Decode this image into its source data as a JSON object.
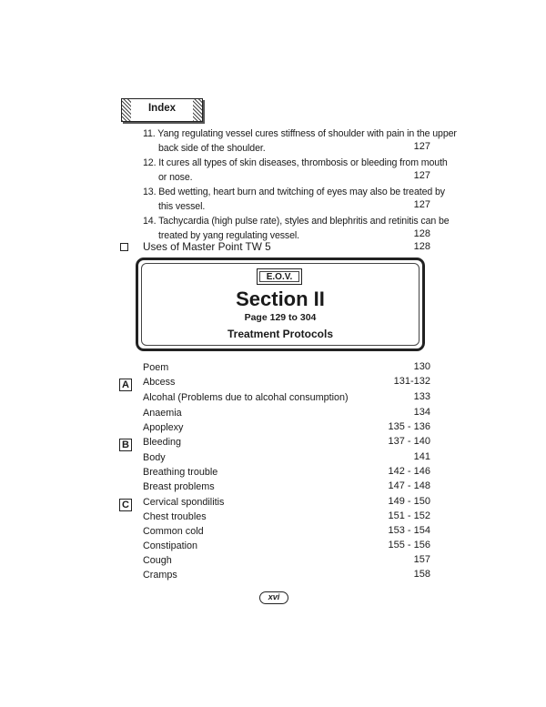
{
  "header": {
    "tab_label": "Index"
  },
  "numbered_entries": [
    {
      "lines": [
        "11. Yang regulating vessel cures stiffness of shoulder with pain in the upper",
        "back side of the shoulder."
      ],
      "page": "127"
    },
    {
      "lines": [
        "12. It cures all types of skin diseases, thrombosis or bleeding from mouth",
        "or nose."
      ],
      "page": "127"
    },
    {
      "lines": [
        "13. Bed wetting, heart burn and twitching of eyes may also be treated by",
        "this vessel."
      ],
      "page": "127"
    },
    {
      "lines": [
        "14. Tachycardia (high pulse rate), styles and blephritis and retinitis can be",
        "treated by yang regulating vessel."
      ],
      "page": "128"
    }
  ],
  "uses_entry": {
    "label": "Uses of Master Point TW 5",
    "page": "128"
  },
  "section_box": {
    "tag": "E.O.V.",
    "title": "Section II",
    "pages": "Page 129 to 304",
    "subtitle": "Treatment Protocols"
  },
  "topics": [
    {
      "letter": "",
      "label": "Poem",
      "page": "130"
    },
    {
      "letter": "A",
      "label": "Abcess",
      "page": "131-132"
    },
    {
      "letter": "",
      "label": "Alcohal (Problems due to alcohal consumption)",
      "page": "133"
    },
    {
      "letter": "",
      "label": "Anaemia",
      "page": "134"
    },
    {
      "letter": "",
      "label": "Apoplexy",
      "page": "135 - 136"
    },
    {
      "letter": "B",
      "label": "Bleeding",
      "page": "137 - 140"
    },
    {
      "letter": "",
      "label": "Body",
      "page": "141"
    },
    {
      "letter": "",
      "label": "Breathing trouble",
      "page": "142 - 146"
    },
    {
      "letter": "",
      "label": "Breast problems",
      "page": "147 - 148"
    },
    {
      "letter": "C",
      "label": "Cervical spondilitis",
      "page": "149 - 150"
    },
    {
      "letter": "",
      "label": "Chest troubles",
      "page": "151 - 152"
    },
    {
      "letter": "",
      "label": "Common cold",
      "page": "153 - 154"
    },
    {
      "letter": "",
      "label": "Constipation",
      "page": "155 - 156"
    },
    {
      "letter": "",
      "label": "Cough",
      "page": "157"
    },
    {
      "letter": "",
      "label": "Cramps",
      "page": "158"
    }
  ],
  "footer": {
    "page_number": "xvi"
  }
}
